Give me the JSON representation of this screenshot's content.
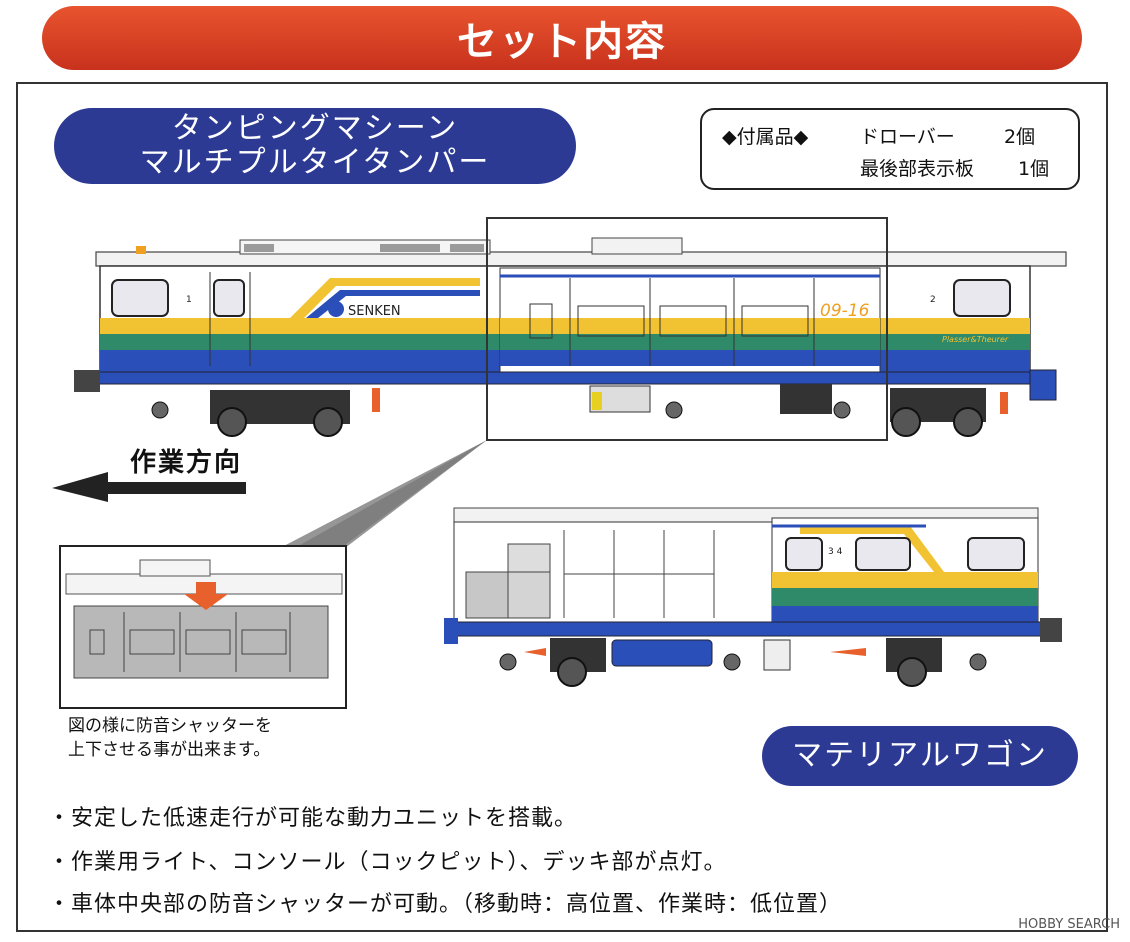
{
  "banner_title": "セット内容",
  "tamping": {
    "title_line1": "タンピングマシーン",
    "title_line2": "マルチプルタイタンパー",
    "brand_label": "SENKEN",
    "car_number": "09-16",
    "end_no_1": "1",
    "end_no_2": "2",
    "side_script": "Plasser&Theurer"
  },
  "accessories": {
    "header": "◆付属品◆",
    "item1_name": "ドローバー",
    "item1_qty": "2個",
    "item2_name": "最後部表示板",
    "item2_qty": "1個"
  },
  "direction_label": "作業方向",
  "shutter_caption_line1": "図の様に防音シャッターを",
  "shutter_caption_line2": "上下させる事が出来ます。",
  "wagon": {
    "title": "マテリアルワゴン",
    "car_labels": "3 4"
  },
  "features": [
    "・安定した低速走行が可能な動力ユニットを搭載。",
    "・作業用ライト、コンソール（コックピット）、デッキ部が点灯。",
    "・車体中央部の防音シャッターが可動。（移動時：高位置、作業時：低位置）"
  ],
  "watermark": "HOBBY SEARCH",
  "colors": {
    "banner_red": "#d8432a",
    "pill_navy": "#2c3a94",
    "stripe_yellow": "#f1c232",
    "stripe_green": "#2f8a6a",
    "stripe_blue": "#2a4fb8",
    "shutter_arrow": "#e8602c"
  }
}
